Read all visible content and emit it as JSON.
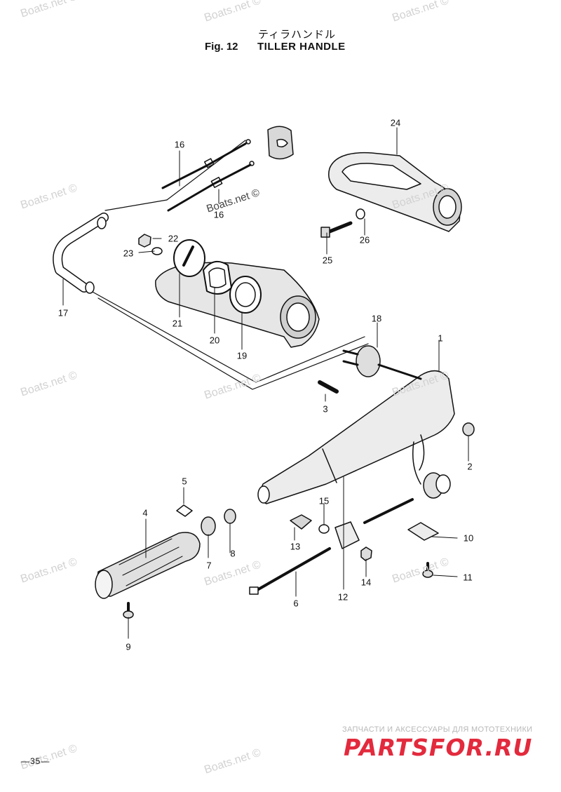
{
  "header": {
    "japanese_title": "ティラハンドル",
    "fig_label": "Fig. 12",
    "title": "TILLER HANDLE"
  },
  "watermarks": {
    "text": "Boats.net ©",
    "color": "#d2d2d2"
  },
  "part_numbers": [
    "1",
    "2",
    "3",
    "4",
    "5",
    "6",
    "7",
    "8",
    "9",
    "10",
    "11",
    "12",
    "13",
    "14",
    "15",
    "16",
    "16",
    "17",
    "18",
    "19",
    "20",
    "21",
    "22",
    "23",
    "24",
    "25",
    "26"
  ],
  "page_number": "—35—",
  "promo": {
    "tagline": "ЗАПЧАСТИ И АКСЕССУАРЫ ДЛЯ МОТОТЕХНИКИ",
    "logo": "PARTSFOR.RU",
    "logo_color": "#e32a3d"
  }
}
